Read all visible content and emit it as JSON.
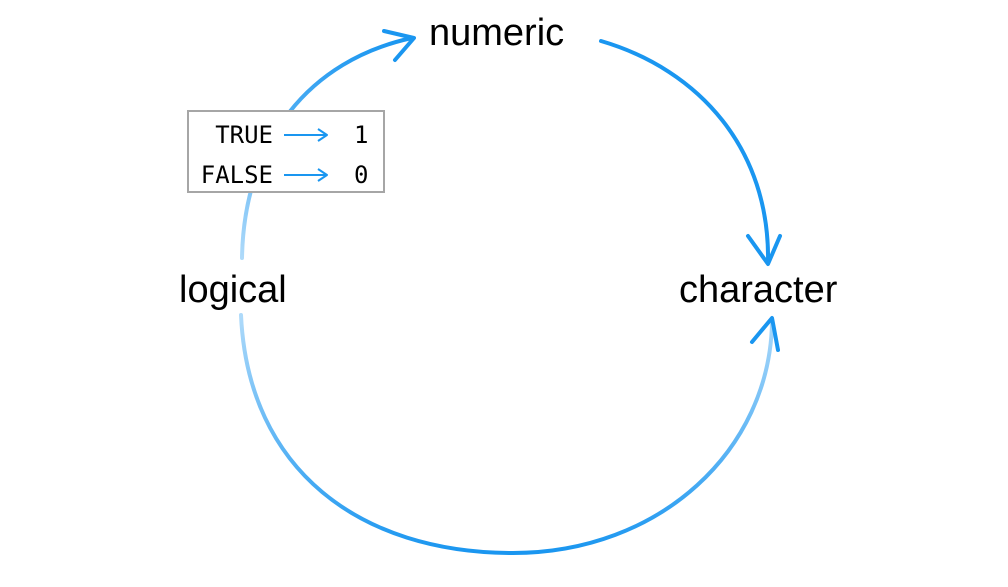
{
  "diagram": {
    "nodes": {
      "numeric": "numeric",
      "logical": "logical",
      "character": "character"
    },
    "edges": [
      {
        "from": "logical",
        "to": "numeric"
      },
      {
        "from": "numeric",
        "to": "character"
      },
      {
        "from": "logical",
        "to": "character"
      }
    ],
    "mapping": [
      {
        "from": "TRUE",
        "to": "1"
      },
      {
        "from": "FALSE",
        "to": "0"
      }
    ],
    "colors": {
      "arrow": "#1a96f0",
      "box_border": "#a6a6a6",
      "text": "#000000"
    }
  }
}
